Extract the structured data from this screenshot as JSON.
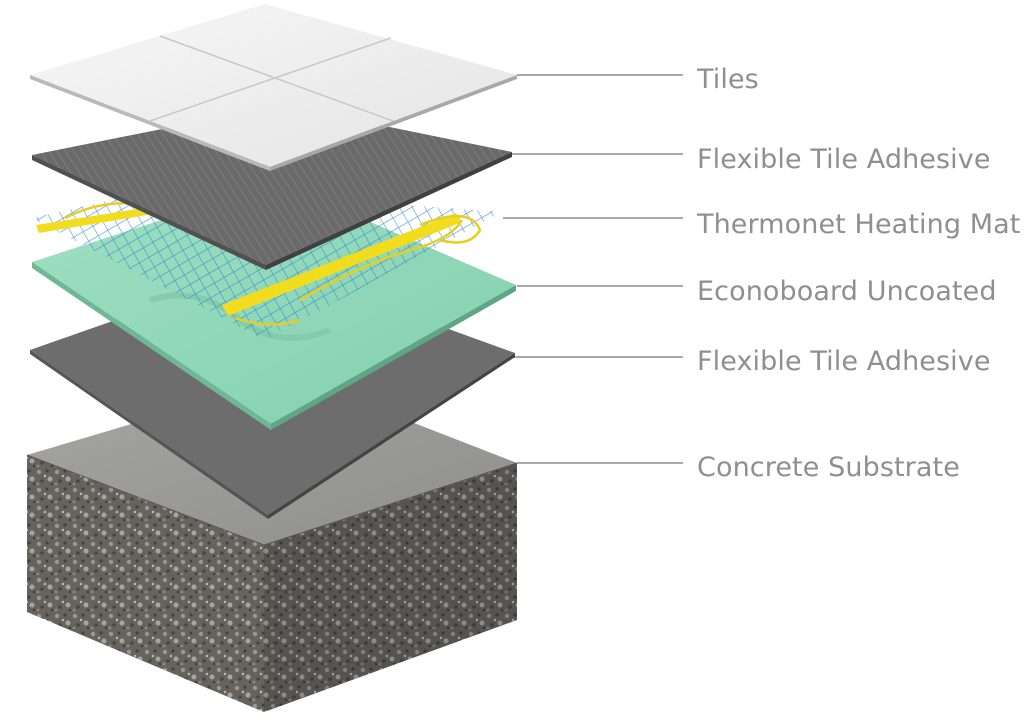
{
  "diagram": {
    "layers": [
      {
        "id": "tiles",
        "label": "Tiles"
      },
      {
        "id": "adhesive-top",
        "label": "Flexible Tile Adhesive"
      },
      {
        "id": "heating-mat",
        "label": "Thermonet Heating Mat"
      },
      {
        "id": "econoboard",
        "label": "Econoboard Uncoated"
      },
      {
        "id": "adhesive-bottom",
        "label": "Flexible Tile Adhesive"
      },
      {
        "id": "concrete",
        "label": "Concrete Substrate"
      }
    ],
    "colors": {
      "label_text": "#8f8f8f",
      "leader_line": "#a9a9a9",
      "tile": "#f1f1f1",
      "adhesive": "#6b6b6b",
      "mesh": "#3a8fd0",
      "tape": "#f2dc1e",
      "board": "#8fd6b8",
      "concrete_top": "#9a9a98",
      "concrete_side": "#6e6b66"
    }
  }
}
